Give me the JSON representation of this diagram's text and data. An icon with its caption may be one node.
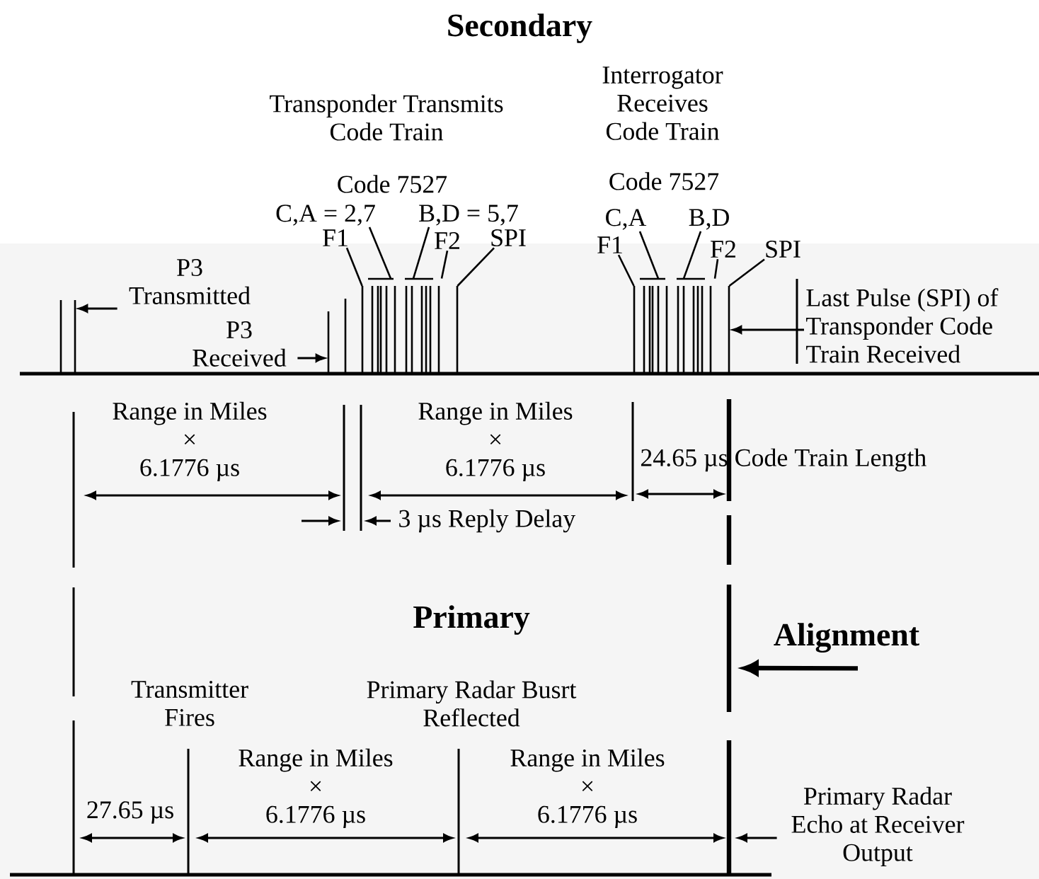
{
  "diagram": {
    "title": "Secondary",
    "nodes": [
      {
        "text": [
          "C,A = 2,7"
        ]
      },
      {
        "text": [
          "B,D = 5,7"
        ]
      },
      {
        "text": [
          "C,A"
        ]
      },
      {
        "text": [
          "B,D"
        ]
      },
      {
        "text": [
          "F1"
        ]
      },
      {
        "text": [
          "F2"
        ]
      },
      {
        "text": [
          "SPI"
        ]
      },
      {
        "text": [
          "F1"
        ]
      },
      {
        "text": [
          "F2"
        ]
      },
      {
        "text": [
          "SPI"
        ]
      },
      {
        "text": [
          "P3 Transmitted"
        ]
      },
      {
        "text": [
          "P3 Received"
        ]
      },
      {
        "text": [
          "Last Pulse (SPI) of Transponder Code Train Received"
        ]
      },
      {
        "text": [
          "Alignment"
        ]
      },
      {
        "text": [
          "Primary Radar Echo at Receiver Output"
        ]
      },
      {
        "text": [],
        "shape": "picture"
      },
      {
        "text": [],
        "shape": "picture"
      },
      {
        "text": [],
        "shape": "picture"
      },
      {
        "text": [],
        "shape": "picture"
      }
    ],
    "edges": [
      {
        "from": 0,
        "to": 17,
        "arrow": "none"
      },
      {
        "from": 1,
        "to": 17,
        "arrow": "none"
      },
      {
        "from": 2,
        "to": 18,
        "arrow": "none"
      },
      {
        "from": 3,
        "to": 18,
        "arrow": "none"
      },
      {
        "from": 4,
        "to": 17,
        "arrow": "none"
      },
      {
        "from": 5,
        "to": 17,
        "arrow": "none"
      },
      {
        "from": 6,
        "to": 17,
        "arrow": "none"
      },
      {
        "from": 7,
        "to": 18,
        "arrow": "none"
      },
      {
        "from": 8,
        "to": 18,
        "arrow": "none"
      },
      {
        "from": 9,
        "to": 18,
        "arrow": "none"
      },
      {
        "from": 10,
        "to": 15,
        "arrow": "to"
      },
      {
        "from": 11,
        "to": 16,
        "arrow": "to"
      },
      {
        "from": 12,
        "to": 18,
        "arrow": "to"
      },
      {
        "from": 13,
        "to": null,
        "arrow": "to",
        "style": "thick"
      },
      {
        "from": 14,
        "to": null,
        "arrow": "to"
      }
    ],
    "labels": [
      "Transponder Transmits Code Train",
      "Interrogator Receives Code Train",
      "Code 7527",
      "Code 7527",
      "Range in Miles × 6.1776 µs",
      "Range in Miles × 6.1776 µs",
      "24.65 µs Code Train Length",
      "3 µs Reply Delay",
      "Primary",
      "Transmitter Fires",
      "Primary Radar Busrt Reflected",
      "Range in Miles × 6.1776 µs",
      "Range in Miles × 6.1776 µs",
      "27.65 µs"
    ]
  }
}
